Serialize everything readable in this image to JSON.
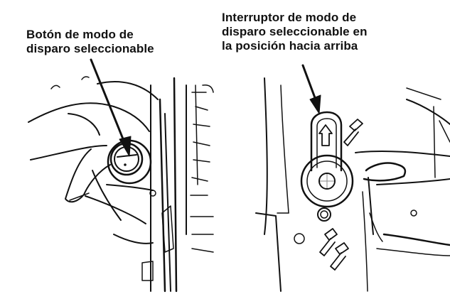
{
  "labels": {
    "left": {
      "lines": [
        "Botón de modo de",
        "disparo seleccionable"
      ]
    },
    "right": {
      "lines": [
        "Interruptor de modo de",
        "disparo seleccionable en",
        "la posición hacia arriba"
      ]
    }
  },
  "colors": {
    "ink": "#111111",
    "paper": "#ffffff"
  }
}
